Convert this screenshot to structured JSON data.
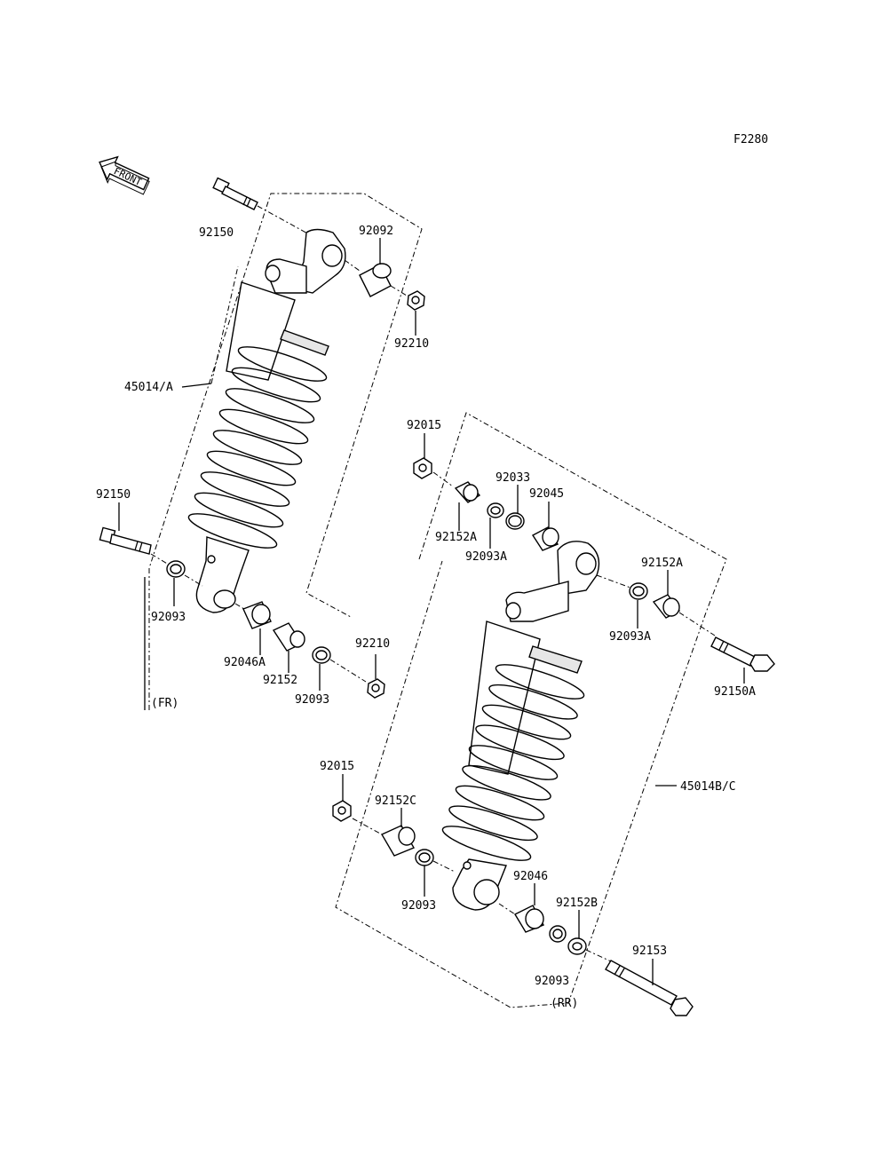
{
  "figure_code": "F2280",
  "front_label": "FRONT",
  "groups": {
    "front": "(FR)",
    "rear": "(RR)"
  },
  "parts": {
    "p92150_top": "92150",
    "p92092": "92092",
    "p92210_top": "92210",
    "p45014A": "45014/A",
    "p92150_mid": "92150",
    "p92093_fr1": "92093",
    "p92046A": "92046A",
    "p92152": "92152",
    "p92210_low": "92210",
    "p92093_fr2": "92093",
    "p92015_top": "92015",
    "p92033": "92033",
    "p92045": "92045",
    "p92152A_left": "92152A",
    "p92093A_left": "92093A",
    "p92152A_right": "92152A",
    "p92093A_right": "92093A",
    "p92150A": "92150A",
    "p45014BC": "45014B/C",
    "p92015_low": "92015",
    "p92152C": "92152C",
    "p92046": "92046",
    "p92152B": "92152B",
    "p92093_rr1": "92093",
    "p92153": "92153",
    "p92093_rr2": "92093"
  }
}
